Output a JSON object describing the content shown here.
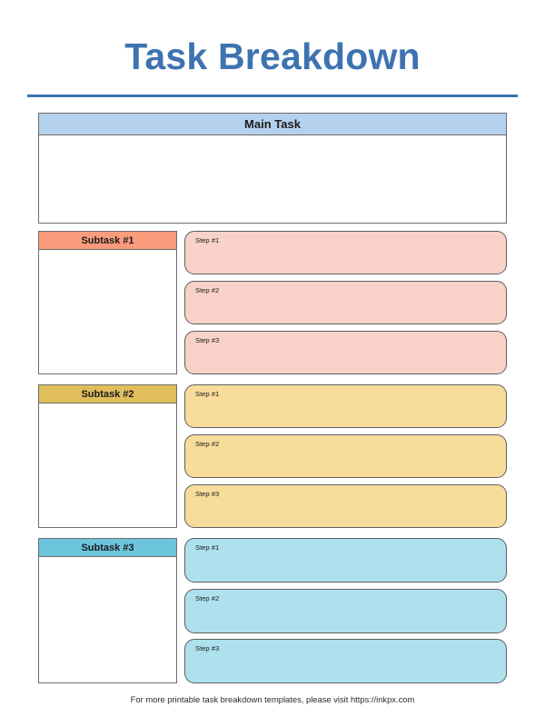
{
  "header": {
    "title": "Task Breakdown",
    "title_color": "#3d73b0",
    "divider_color": "#3f72b0"
  },
  "main_task": {
    "header_label": "Main Task",
    "header_fill": "#b4d2ee",
    "body_value": "",
    "border_color": "#6d6d6d"
  },
  "subtasks": [
    {
      "header_label": "Subtask #1",
      "header_fill": "#fa9c7c",
      "step_fill": "#f8d2c8",
      "body_value": "",
      "steps": [
        {
          "label": "Step #1",
          "value": ""
        },
        {
          "label": "Step #2",
          "value": ""
        },
        {
          "label": "Step #3",
          "value": ""
        }
      ]
    },
    {
      "header_label": "Subtask #2",
      "header_fill": "#e0be5c",
      "step_fill": "#f7dc9c",
      "body_value": "",
      "steps": [
        {
          "label": "Step #1",
          "value": ""
        },
        {
          "label": "Step #2",
          "value": ""
        },
        {
          "label": "Step #3",
          "value": ""
        }
      ]
    },
    {
      "header_label": "Subtask #3",
      "header_fill": "#6cc5dd",
      "step_fill": "#ade1ee",
      "body_value": "",
      "steps": [
        {
          "label": "Step #1",
          "value": ""
        },
        {
          "label": "Step #2",
          "value": ""
        },
        {
          "label": "Step #3",
          "value": ""
        }
      ]
    }
  ],
  "footer": {
    "note": "For more printable task breakdown templates, please visit https://inkpx.com"
  }
}
